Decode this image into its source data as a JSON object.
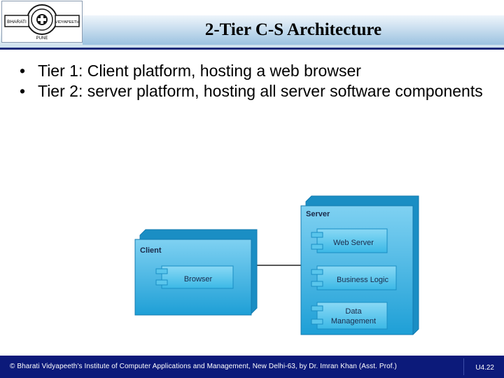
{
  "slide": {
    "title": "2-Tier C-S Architecture",
    "bullets": [
      "Tier 1: Client platform, hosting a web browser",
      "Tier 2: server platform, hosting all server software components"
    ]
  },
  "logo": {
    "left_text": "BHARATI",
    "right_text": "VIDYAPEETH",
    "bottom_text": "PUNE"
  },
  "diagram": {
    "client": {
      "label": "Client",
      "components": [
        "Browser"
      ]
    },
    "server": {
      "label": "Server",
      "components": [
        "Web Server",
        "Business Logic",
        "Data",
        "Management"
      ]
    }
  },
  "footer": {
    "credit": "© Bharati Vidyapeeth's Institute of Computer Applications and Management, New Delhi-63,  by  Dr. Imran Khan (Asst. Prof.)",
    "page": "U4.22"
  },
  "colors": {
    "node_fill": "#29a3d6",
    "component_fill": "#4cc2ea",
    "footer_bg": "#0c1a7a",
    "title_gradient_end": "#9cc2e0"
  }
}
